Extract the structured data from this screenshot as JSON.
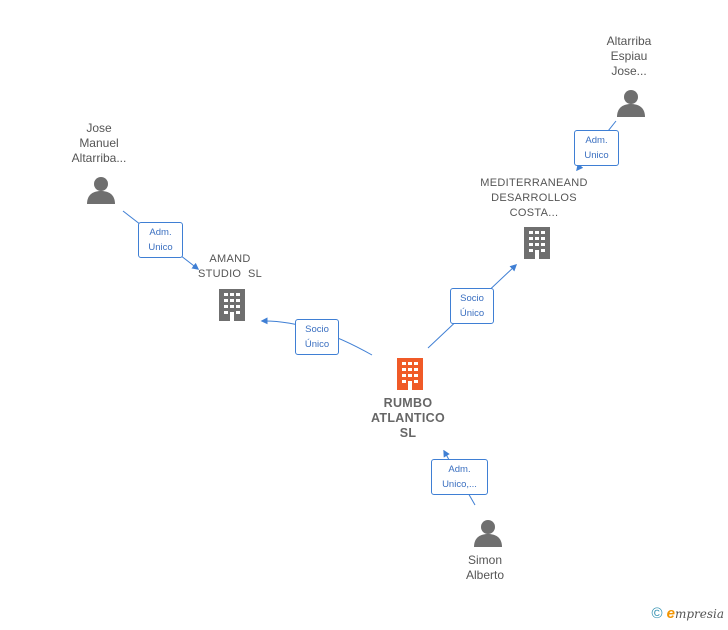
{
  "colors": {
    "edge": "#3f7fd4",
    "person": "#6f6f6f",
    "company": "#6f6f6f",
    "center_company": "#f05a28",
    "brand_accent": "#f29400"
  },
  "nodes": {
    "jose": {
      "lines": [
        "Jose",
        "Manuel",
        "Altarriba..."
      ],
      "icon": "person-icon"
    },
    "altarriba": {
      "lines": [
        "Altarriba",
        "Espiau",
        "Jose..."
      ],
      "icon": "person-icon"
    },
    "mediterraneand": {
      "lines": [
        "MEDITERRANEAND",
        "DESARROLLOS",
        "COSTA..."
      ],
      "icon": "building-icon"
    },
    "amand": {
      "lines": [
        "AMAND",
        "STUDIO  SL"
      ],
      "icon": "building-icon"
    },
    "rumbo": {
      "lines": [
        "RUMBO",
        "ATLANTICO",
        "SL"
      ],
      "icon": "building-icon"
    },
    "simon": {
      "lines": [
        "Simon",
        "Alberto"
      ],
      "icon": "person-icon"
    }
  },
  "edges": {
    "jose_amand": [
      "Adm.",
      "Unico"
    ],
    "altarriba_mediterraneand": [
      "Adm.",
      "Unico"
    ],
    "rumbo_amand": [
      "Socio",
      "Único"
    ],
    "rumbo_mediterraneand": [
      "Socio",
      "Único"
    ],
    "simon_rumbo": [
      "Adm.",
      "Unico,..."
    ]
  },
  "footer": {
    "copyright": "©",
    "brand_first": "e",
    "brand_rest": "mpresia"
  }
}
